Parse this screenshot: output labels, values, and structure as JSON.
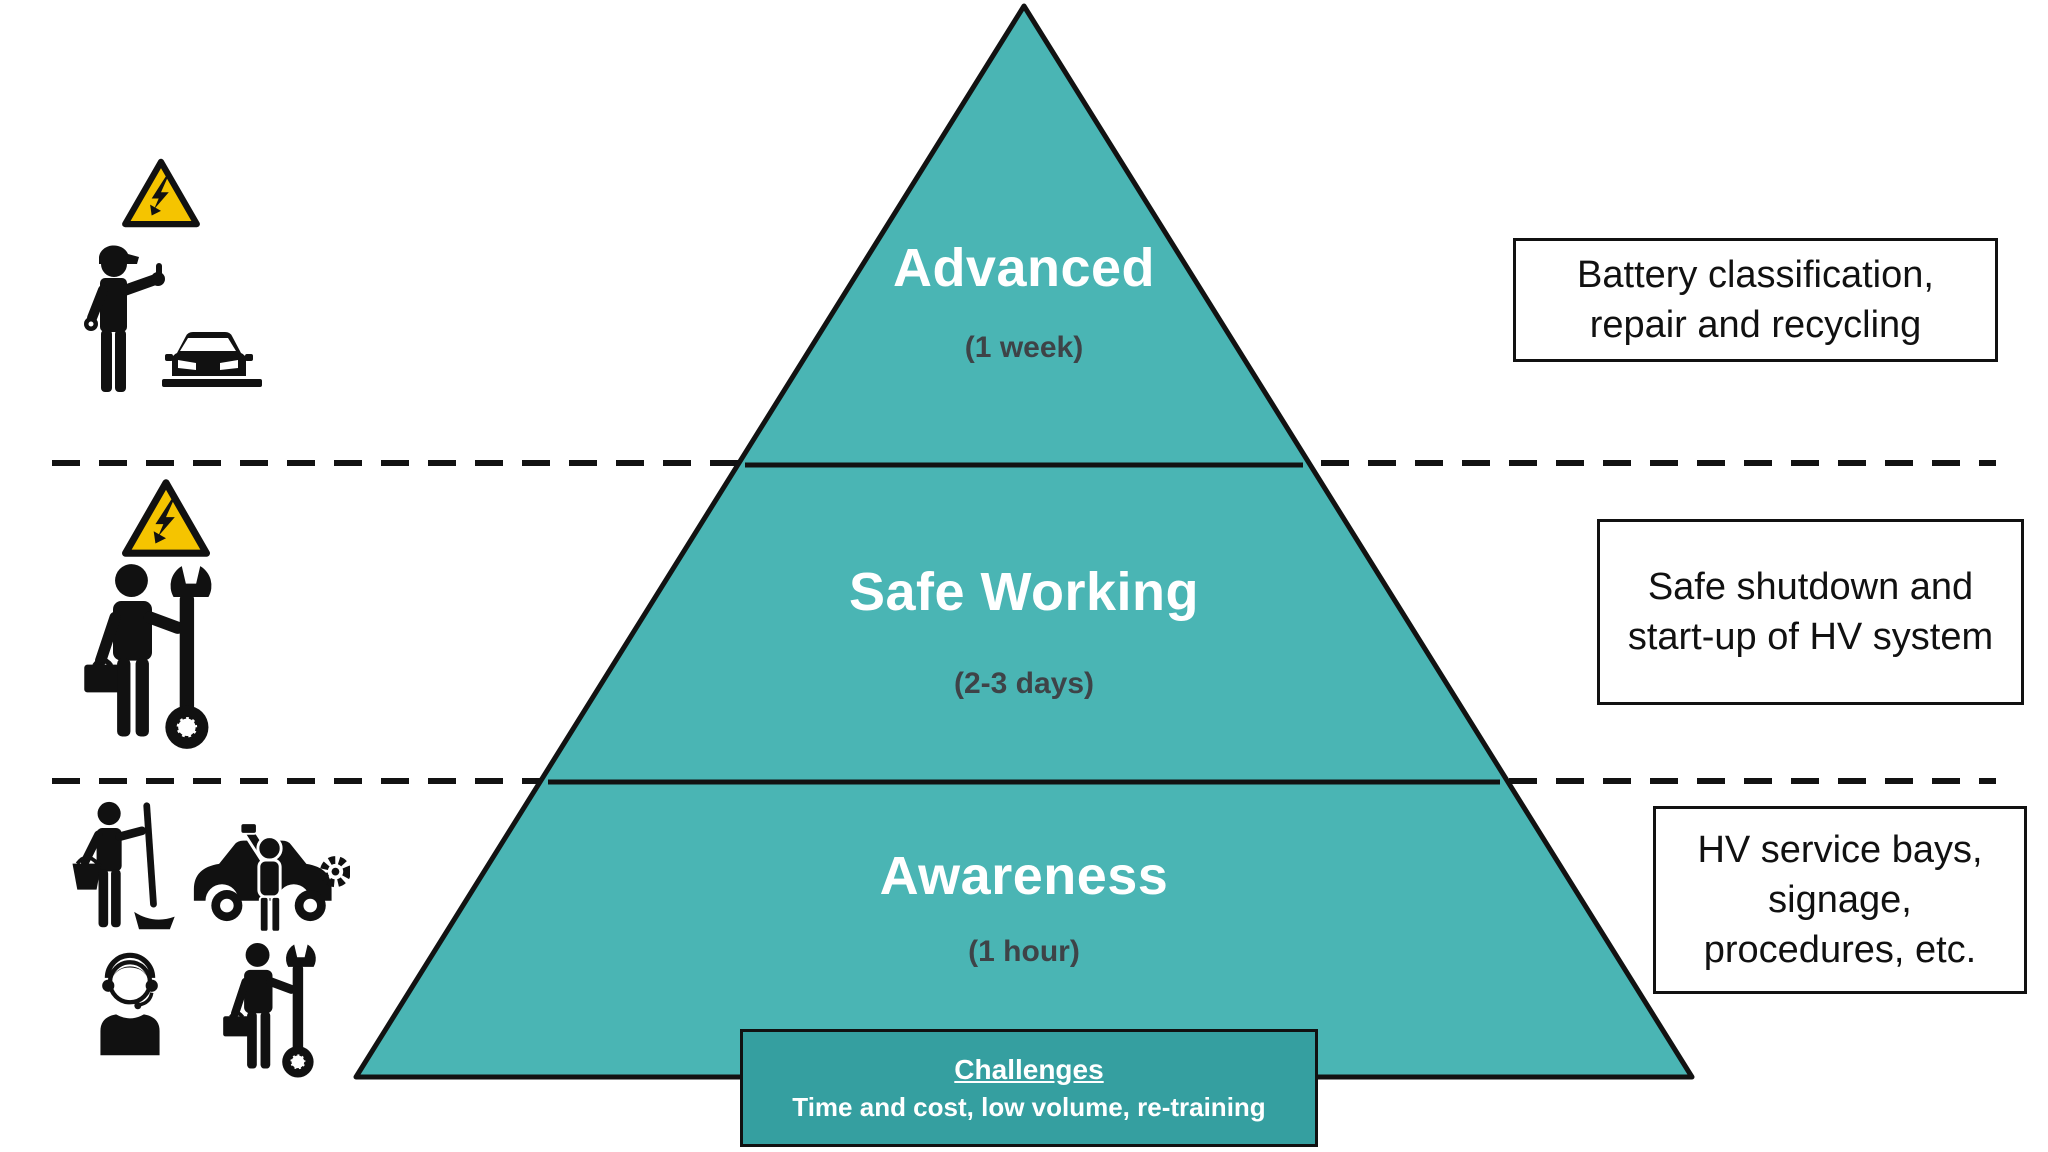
{
  "levels": [
    {
      "name": "Advanced",
      "duration": "(1 week)"
    },
    {
      "name": "Safe Working",
      "duration": "(2-3 days)"
    },
    {
      "name": "Awareness",
      "duration": "(1 hour)"
    }
  ],
  "side_notes": [
    {
      "lines": [
        "Battery classification,",
        "repair and recycling"
      ]
    },
    {
      "lines": [
        "Safe shutdown and",
        "start-up of HV system"
      ]
    },
    {
      "lines": [
        "HV service bays,",
        "signage,",
        "procedures, etc."
      ]
    }
  ],
  "challenges": {
    "heading": "Challenges",
    "detail": "Time and cost, low volume, re-training"
  },
  "icons": {
    "advanced": [
      "electrical-hazard-icon",
      "mechanic-with-car-icon"
    ],
    "safe_working": [
      "electrical-hazard-icon",
      "technician-wrench-icon"
    ],
    "awareness": [
      "cleaner-icon",
      "car-repair-icon",
      "receptionist-headset-icon",
      "technician-wrench-icon"
    ]
  },
  "colors": {
    "pyramid_fill": "#4ab5b4",
    "outline": "#111111",
    "challenges_fill": "#359fa0",
    "level_title_text": "#ffffff",
    "duration_text": "#3e4347",
    "hazard_yellow": "#f5c400",
    "side_box_bg": "#ffffff"
  }
}
